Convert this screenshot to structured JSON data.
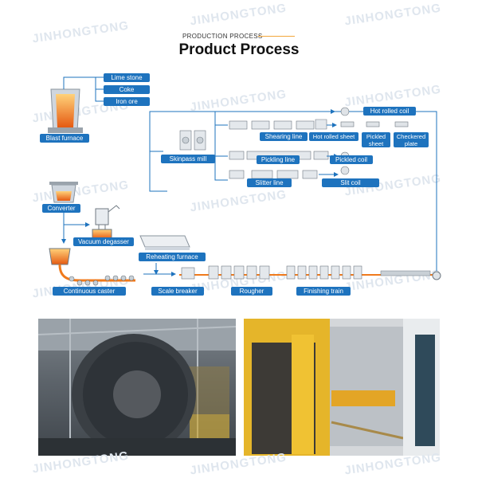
{
  "header": {
    "subtitle": "PRODUCTION PROCESS",
    "title": "Product Process"
  },
  "watermark": "JINHONGTONG",
  "labels": {
    "lime_stone": "Lime stone",
    "coke": "Coke",
    "iron_ore": "Iron ore",
    "blast_furnace": "Blast furnace",
    "converter": "Converter",
    "vacuum_degasser": "Vacuum degasser",
    "continuous_caster": "Continuous caster",
    "reheating_furnace": "Reheating furnace",
    "scale_breaker": "Scale breaker",
    "rougher": "Rougher",
    "finishing_train": "Finishing train",
    "skinpass_mill": "Skinpass mill",
    "shearing_line": "Shearing line",
    "pickling_line": "Pickling line",
    "slitter_line": "Slitter line",
    "hot_rolled_coil": "Hot rolled coil",
    "hot_rolled_sheet": "Hot rolled sheet",
    "pickled_sheet": "Pickled sheet",
    "checkered_plate": "Checkered plate",
    "pickled_coil": "Pickled coil",
    "slit_coil": "Slit coil"
  },
  "colors": {
    "label_blue": "#1e73be",
    "arrow_blue": "#1e73be",
    "molten": "#f07a1c",
    "accent_orange": "#f2a63a"
  }
}
